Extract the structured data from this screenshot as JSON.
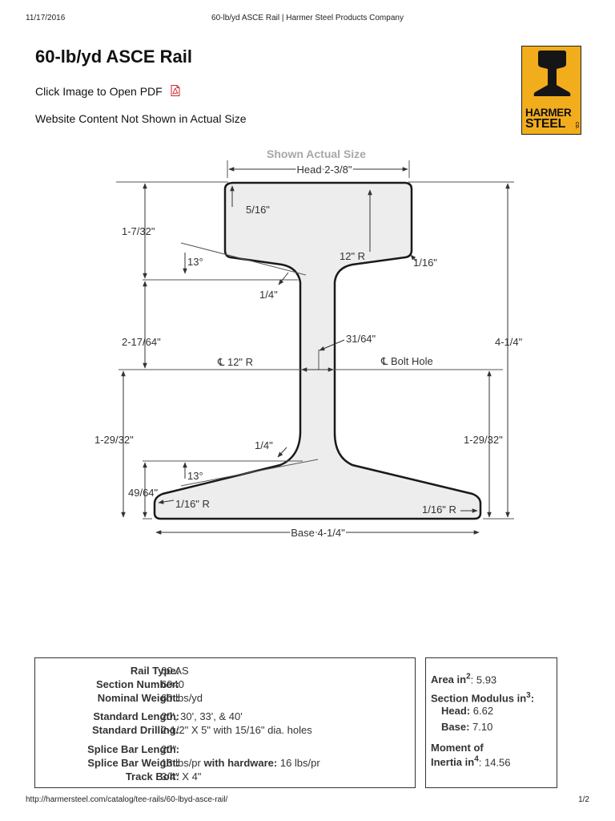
{
  "browser_header": {
    "date": "11/17/2016",
    "title": "60-lb/yd ASCE Rail | Harmer Steel Products Company"
  },
  "browser_footer": {
    "url": "http://harmersteel.com/catalog/tee-rails/60-lbyd-asce-rail/",
    "page": "1/2"
  },
  "page": {
    "title": "60-lb/yd ASCE Rail",
    "pdf_link": "Click Image to Open PDF",
    "note": "Website Content Not Shown in Actual Size"
  },
  "logo": {
    "line1": "HARMER",
    "line2": "STEEL",
    "co": "CO."
  },
  "drawing": {
    "caption": "Shown Actual Size",
    "labels": {
      "head_width": "Head 2-3/8\"",
      "head_corner": "5/16\"",
      "head_height": "1-7/32\"",
      "head_angle": "13°",
      "head_radius": "12\" R",
      "head_fillet": "1/16\"",
      "upper_fillet": "1/4\"",
      "upper_web_height": "2-17/64\"",
      "web_thickness": "31/64\"",
      "web_radius": "℄ 12\" R",
      "bolt_hole": "℄ Bolt Hole",
      "total_height": "4-1/4\"",
      "bolt_height_left": "1-29/32\"",
      "bolt_height_right": "1-29/32\"",
      "lower_fillet": "1/4\"",
      "base_angle": "13°",
      "base_edge_height": "49/64\"",
      "base_left_radius": "1/16\" R",
      "base_right_radius": "1/16\" R",
      "base_width": "Base 4-1/4\""
    }
  },
  "specs": {
    "rows": [
      {
        "label": "Rail Type:",
        "value": "60 AS"
      },
      {
        "label": "Section Number:",
        "value": "6040"
      },
      {
        "label": "Nominal Weight:",
        "value": "60 lbs/yd"
      },
      {
        "label": "Standard Length:",
        "value": "20', 30', 33', & 40'"
      },
      {
        "label": "Standard Drilling:",
        "value": "2-1/2\" X 5\" with 15/16\" dia. holes"
      },
      {
        "label": "Splice Bar Length:",
        "value": "20\""
      },
      {
        "label": "Splice Bar Weight:",
        "value_pre": "13 lbs/pr ",
        "value_bold": "with hardware:",
        "value_post": " 16 lbs/pr"
      },
      {
        "label": "Track Bolt:",
        "value": "3/4\" X 4\""
      }
    ]
  },
  "properties": {
    "area_label": "Area in",
    "area_exp": "2",
    "area_value": ": 5.93",
    "modulus_label": "Section Modulus in",
    "modulus_exp": "3",
    "modulus_colon": ":",
    "head_label": "Head:",
    "head_value": "6.62",
    "base_label": "Base:",
    "base_value": "7.10",
    "moment_label": "Moment of",
    "inertia_label": "Inertia in",
    "inertia_exp": "4",
    "inertia_value": ": 14.56"
  },
  "colors": {
    "logo_bg": "#f2ad1c",
    "rail_fill": "#ededed",
    "pdf_icon": "#d0262a"
  }
}
